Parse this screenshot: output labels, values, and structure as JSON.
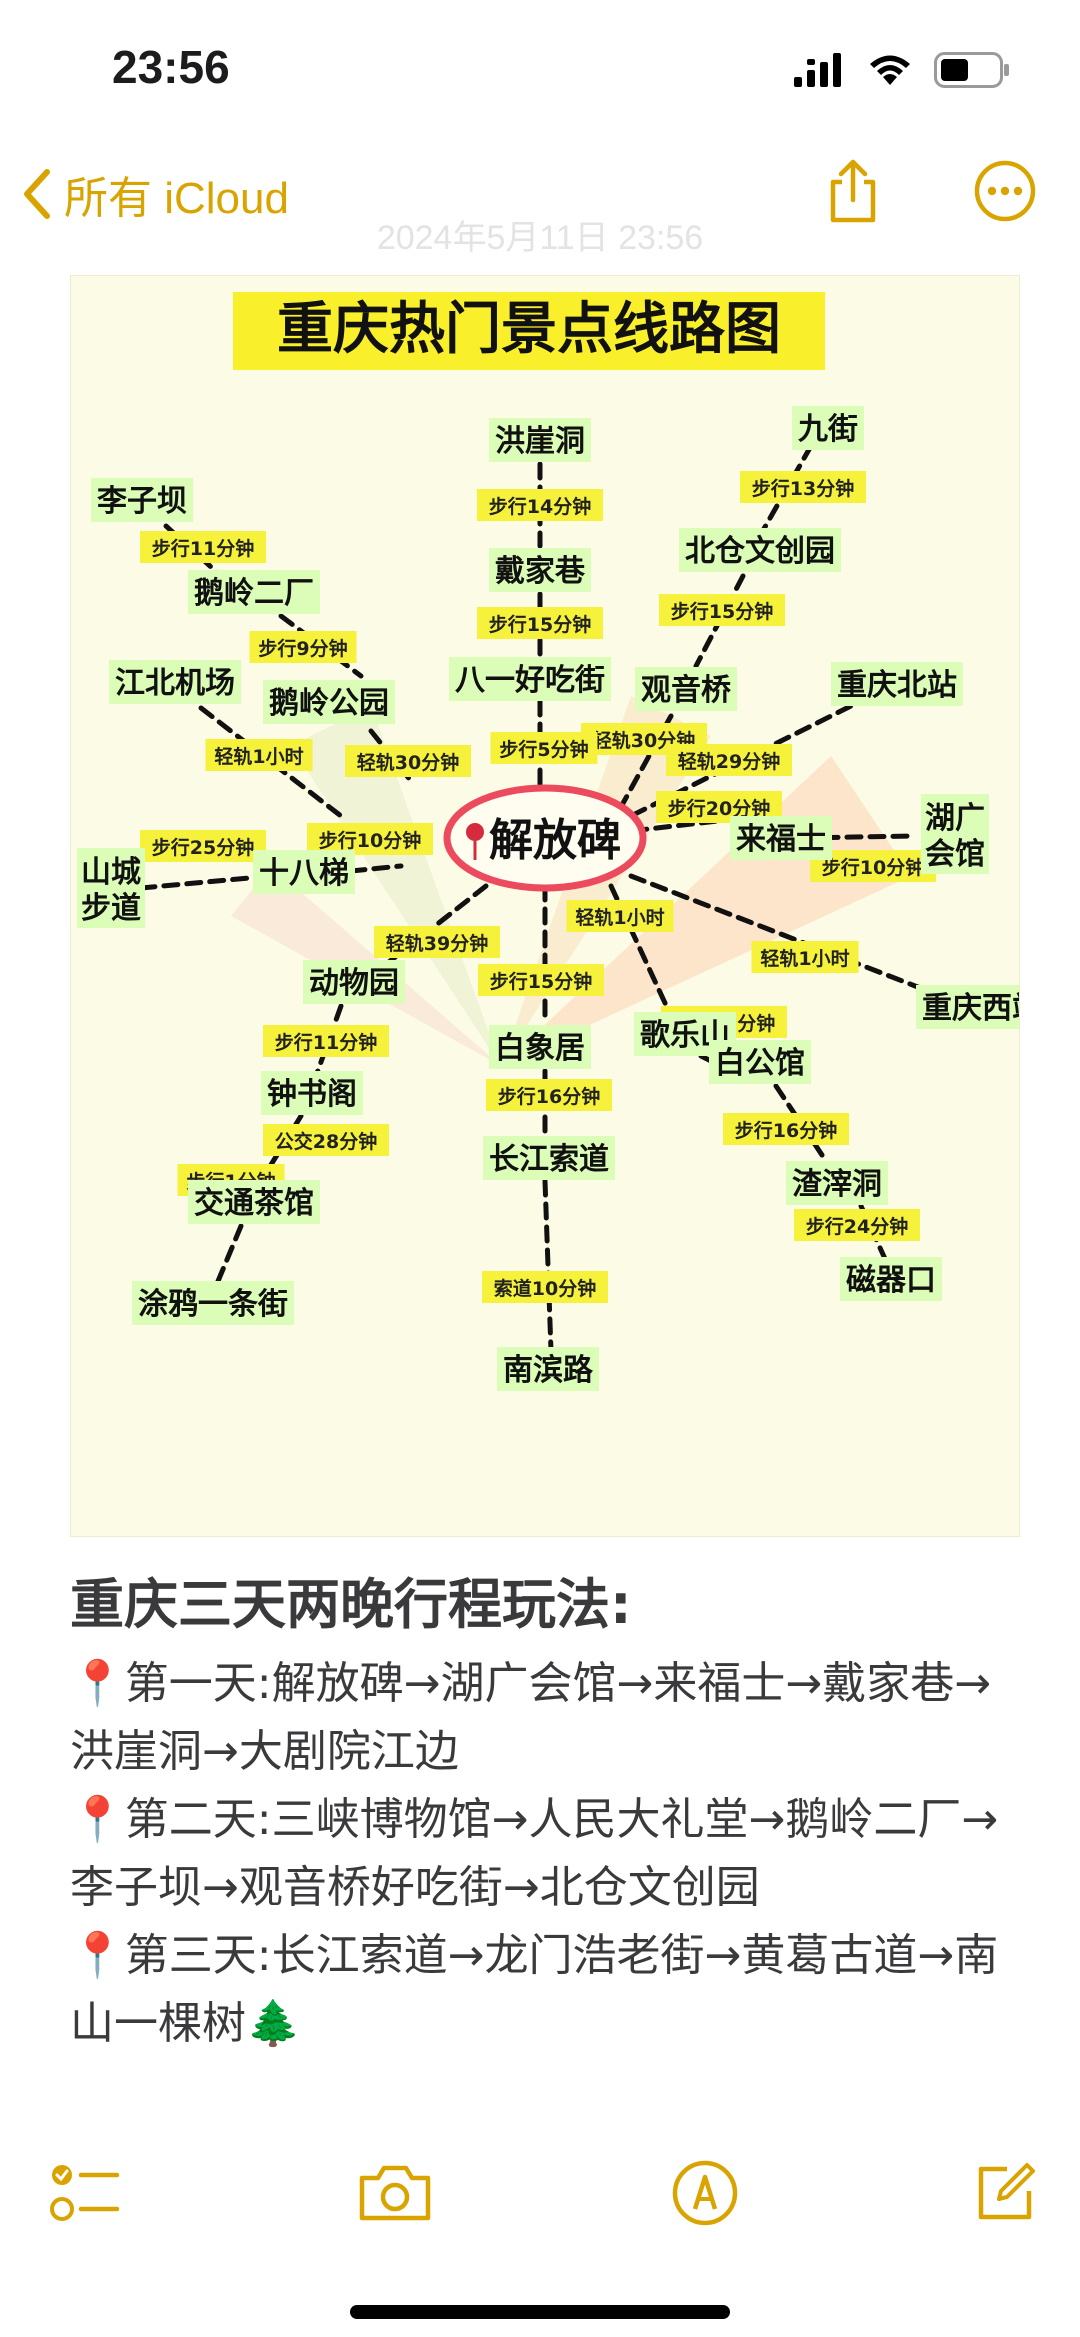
{
  "status_bar": {
    "time": "23:56"
  },
  "nav": {
    "back_label": "所有 iCloud",
    "ghost_date": "2024年5月11日 23:56"
  },
  "map": {
    "title": "重庆热门景点线路图",
    "center": "解放碑",
    "stations": [
      {
        "id": "hongyadong",
        "label": "洪崖洞"
      },
      {
        "id": "jiujie",
        "label": "九街"
      },
      {
        "id": "lizba",
        "label": "李子坝"
      },
      {
        "id": "beicang",
        "label": "北仓文创园"
      },
      {
        "id": "eling2",
        "label": "鹅岭二厂"
      },
      {
        "id": "daijiaxiang",
        "label": "戴家巷"
      },
      {
        "id": "jiangbei",
        "label": "江北机场"
      },
      {
        "id": "bayi",
        "label": "八一好吃街"
      },
      {
        "id": "guanyinqiao",
        "label": "观音桥"
      },
      {
        "id": "cqnorth",
        "label": "重庆北站"
      },
      {
        "id": "elingpark",
        "label": "鹅岭公园"
      },
      {
        "id": "huguang",
        "label": "湖广会馆"
      },
      {
        "id": "laifushi",
        "label": "来福士"
      },
      {
        "id": "shancheng",
        "label": "山城步道"
      },
      {
        "id": "shibati",
        "label": "十八梯"
      },
      {
        "id": "zoo",
        "label": "动物园"
      },
      {
        "id": "gelshan",
        "label": "歌乐山"
      },
      {
        "id": "cqwest",
        "label": "重庆西站"
      },
      {
        "id": "baixiangju",
        "label": "白象居"
      },
      {
        "id": "baigongguan",
        "label": "白公馆"
      },
      {
        "id": "zhongshuge",
        "label": "钟书阁"
      },
      {
        "id": "changjiang",
        "label": "长江索道"
      },
      {
        "id": "zhazidong",
        "label": "渣滓洞"
      },
      {
        "id": "jiaotong",
        "label": "交通茶馆"
      },
      {
        "id": "ciqikou",
        "label": "磁器口"
      },
      {
        "id": "tuya",
        "label": "涂鸦一条街"
      },
      {
        "id": "nanbin",
        "label": "南滨路"
      }
    ],
    "segments": [
      "步行14分钟",
      "步行13分钟",
      "步行11分钟",
      "步行15分钟",
      "步行15分钟",
      "步行9分钟",
      "轻轨30分钟",
      "轻轨1小时",
      "轻轨30分钟",
      "步行5分钟",
      "轻轨29分钟",
      "步行20分钟",
      "步行25分钟",
      "步行10分钟",
      "步行10分钟",
      "轻轨1小时",
      "轻轨39分钟",
      "步行15分钟",
      "轻轨1小时",
      "公交32分钟",
      "步行11分钟",
      "步行16分钟",
      "步行16分钟",
      "公交28分钟",
      "步行24分钟",
      "步行1分钟",
      "索道10分钟"
    ]
  },
  "note": {
    "heading": "重庆三天两晚行程玩法:",
    "day1": "📍第一天:解放碑→湖广会馆→来福士→戴家巷→洪崖洞→大剧院江边",
    "day2": "📍第二天:三峡博物馆→人民大礼堂→鹅岭二厂→李子坝→观音桥好吃街→北仓文创园",
    "day3": "📍第三天:长江索道→龙门浩老街→黄葛古道→南山一棵树🌲"
  },
  "colors": {
    "accent": "#d9a400",
    "station_bg": "#dcfdb8",
    "label_bg": "#f6f23c",
    "center_ring": "#ec4b5e",
    "map_bg": "#fcfbe6"
  }
}
